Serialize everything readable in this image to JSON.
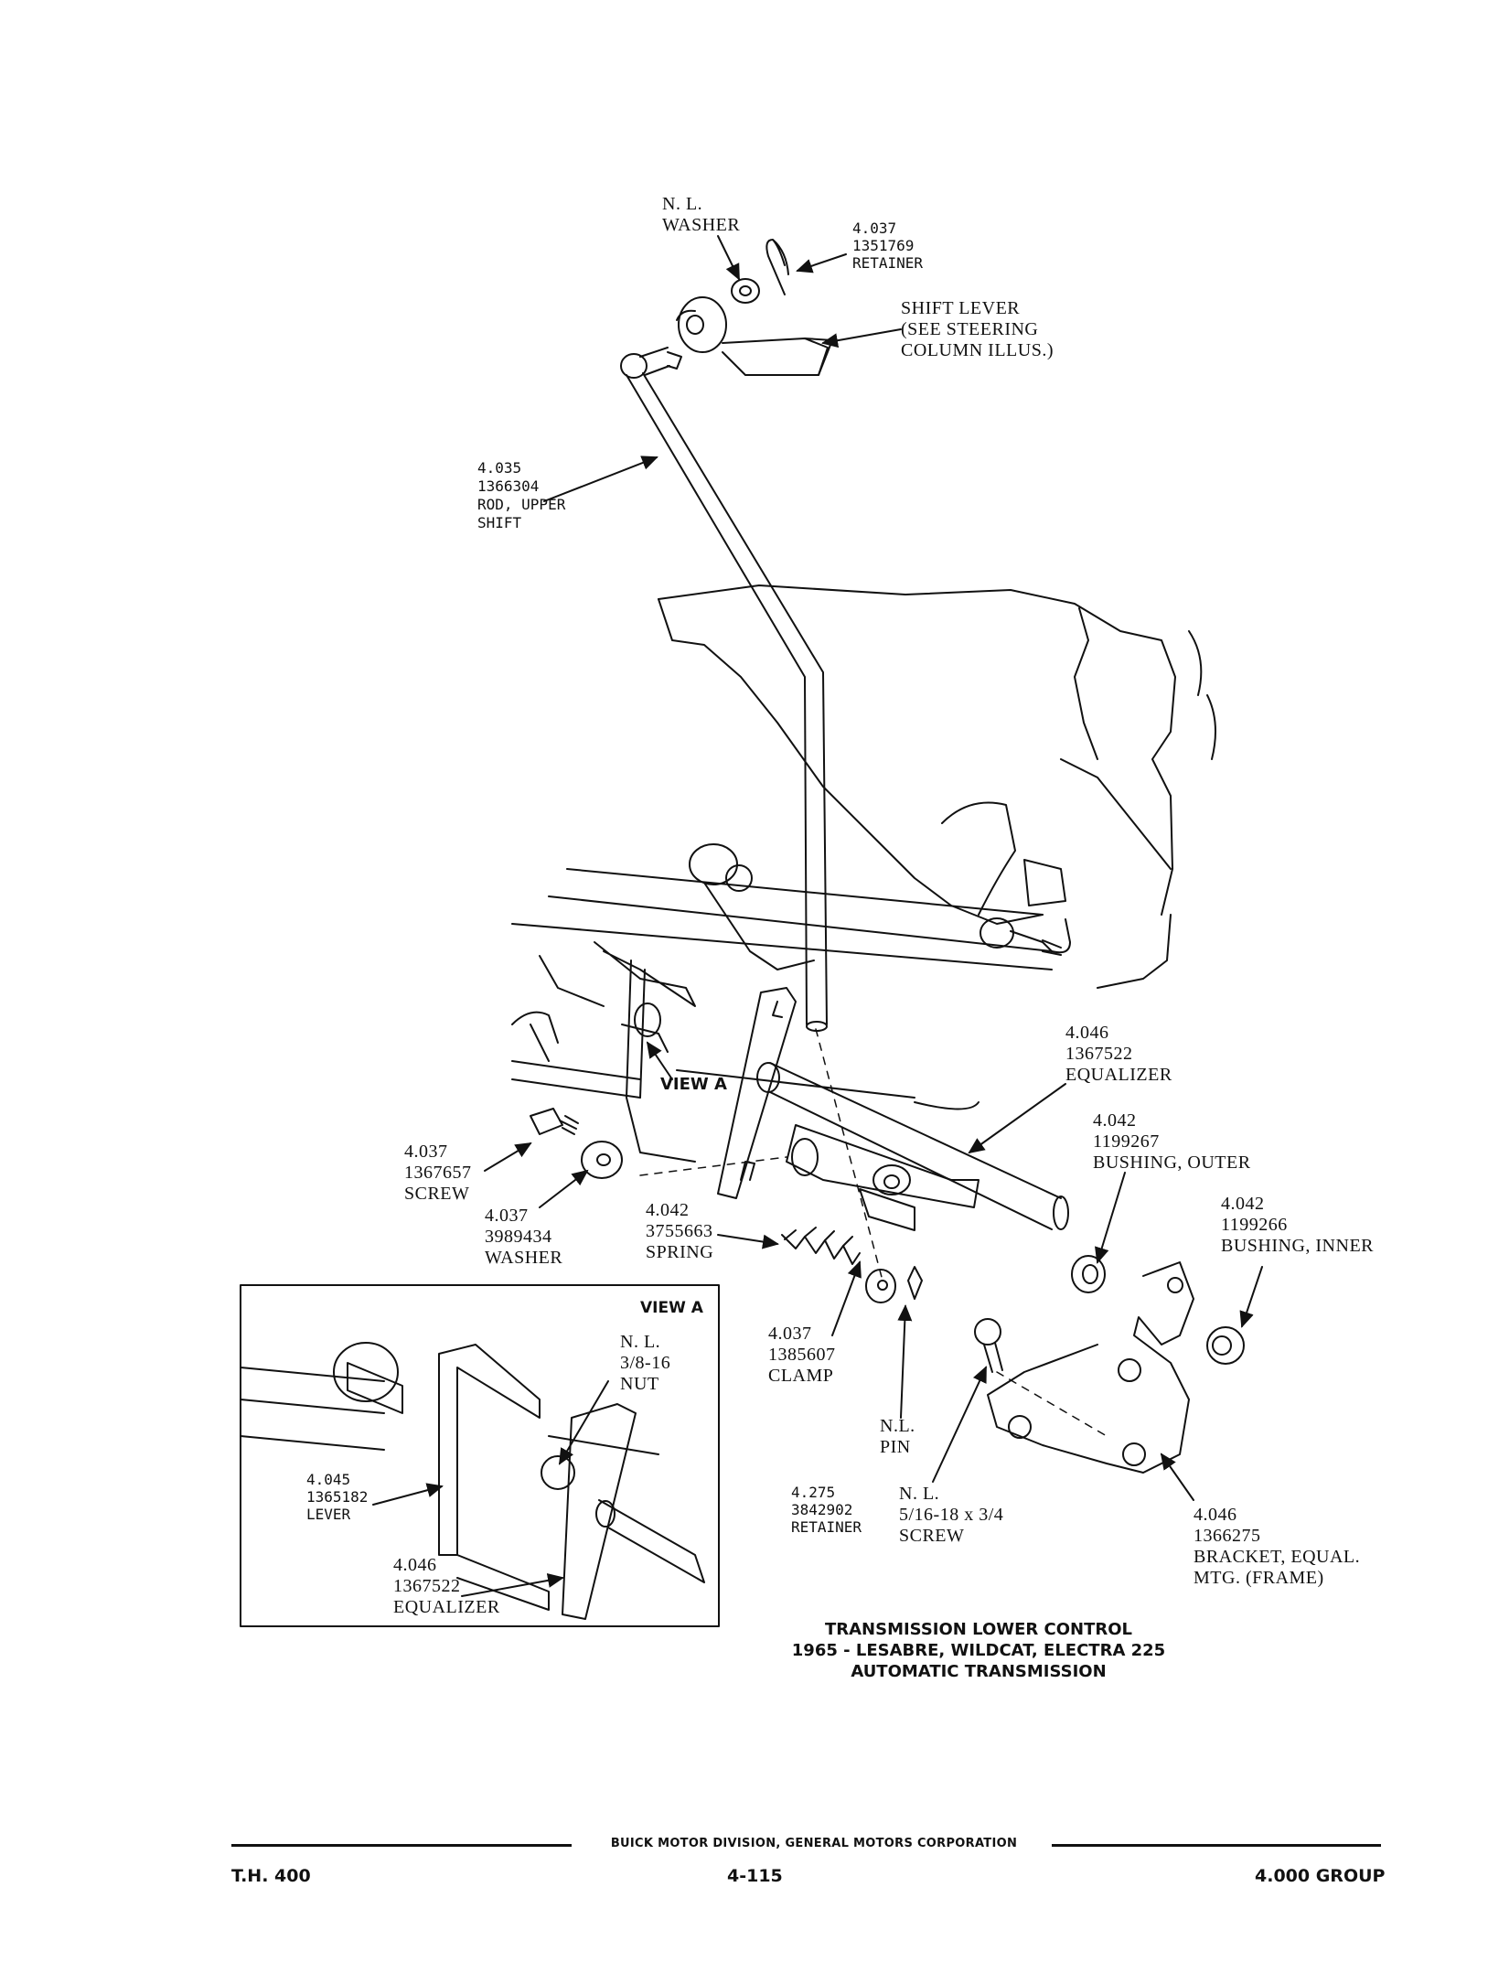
{
  "labels": {
    "washer_top": "N. L.\nWASHER",
    "retainer_top": "4.037\n1351769\nRETAINER",
    "shift_lever": "SHIFT LEVER\n(SEE STEERING\nCOLUMN ILLUS.)",
    "rod_upper": "4.035\n1366304\nROD, UPPER\nSHIFT",
    "view_a_tag": "VIEW A",
    "equalizer": "4.046\n1367522\nEQUALIZER",
    "bushing_outer": "4.042\n1199267\nBUSHING, OUTER",
    "bushing_inner": "4.042\n1199266\nBUSHING, INNER",
    "screw_left": "4.037\n1367657\nSCREW",
    "washer_left": "4.037\n3989434\nWASHER",
    "spring": "4.042\n3755663\nSPRING",
    "clamp": "4.037\n1385607\nCLAMP",
    "pin": "N.L.\nPIN",
    "retainer_bottom": "4.275\n3842902\nRETAINER",
    "screw_bottom": "N. L.\n5/16-18 x 3/4\nSCREW",
    "bracket": "4.046\n1366275\nBRACKET, EQUAL.\nMTG. (FRAME)",
    "view_a_title": "VIEW A",
    "nut": "N. L.\n3/8-16\nNUT",
    "lever": "4.045\n1365182\nLEVER",
    "equalizer_inset": "4.046\n1367522\nEQUALIZER"
  },
  "caption": {
    "line1": "TRANSMISSION LOWER CONTROL",
    "line2": "1965 - LESABRE, WILDCAT, ELECTRA 225",
    "line3": "AUTOMATIC TRANSMISSION"
  },
  "footer": {
    "corporation": "BUICK MOTOR DIVISION, GENERAL MOTORS CORPORATION",
    "left": "T.H. 400",
    "center": "4-115",
    "right": "4.000 GROUP"
  }
}
